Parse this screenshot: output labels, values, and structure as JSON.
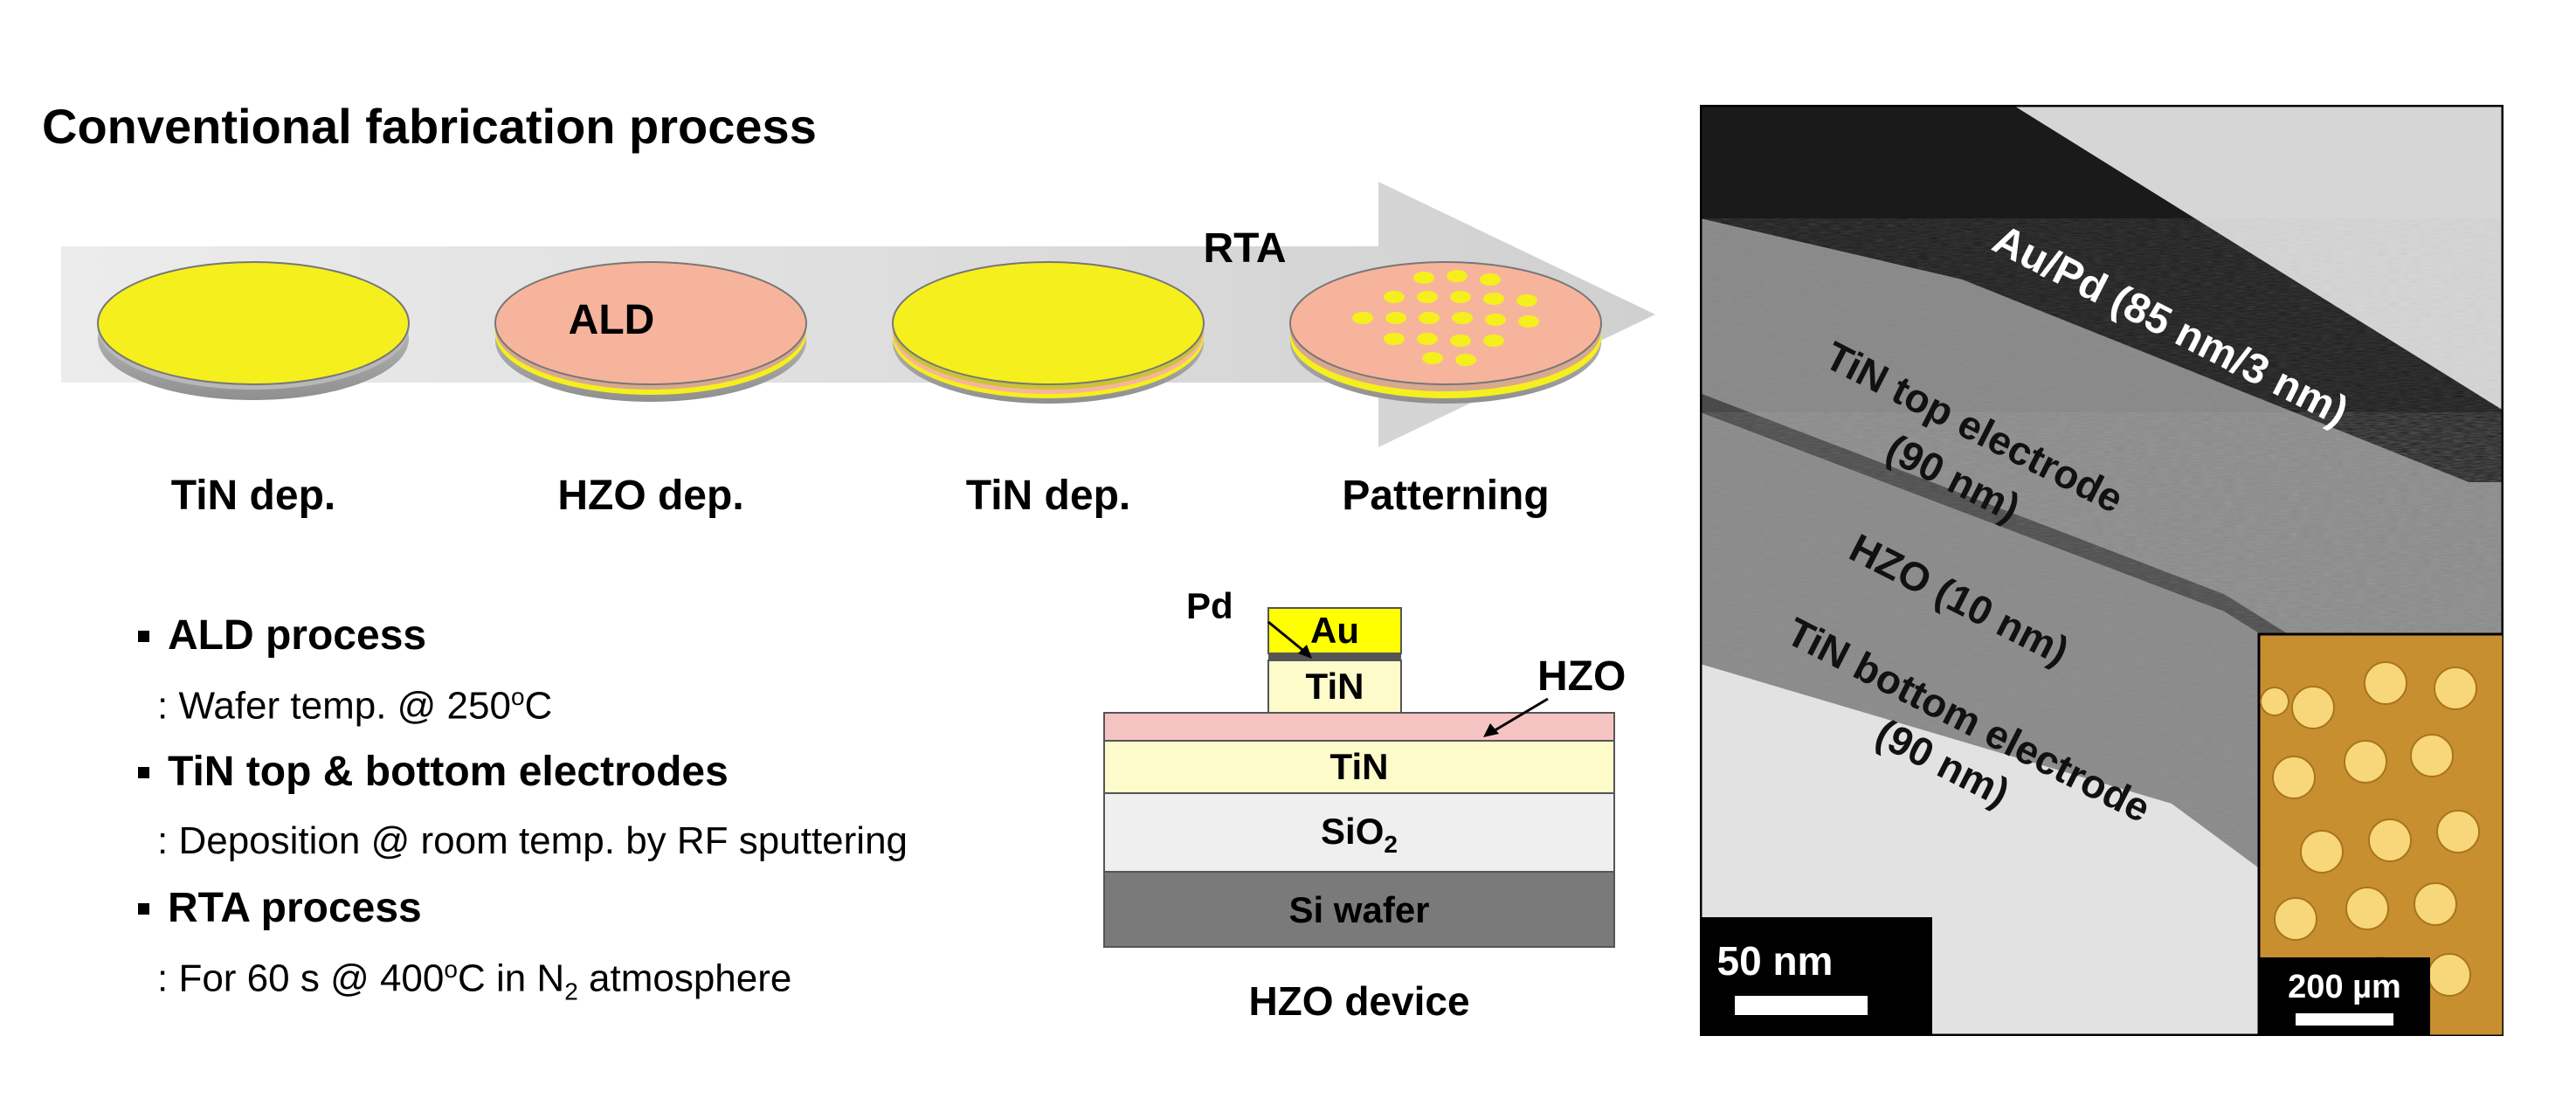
{
  "title": "Conventional fabrication process",
  "arrow_label": "RTA",
  "wafer_overlay_label": "ALD",
  "steps": [
    "TiN dep.",
    "HZO dep.",
    "TiN dep.",
    "Patterning"
  ],
  "bullets": [
    {
      "heading": "ALD process",
      "detail": ": Wafer temp. @ 250",
      "detail_sup": "o",
      "detail_tail": "C"
    },
    {
      "heading": "TiN top & bottom electrodes",
      "detail": ": Deposition @ room temp. by RF sputtering"
    },
    {
      "heading": "RTA process",
      "detail": ": For 60 s @ 400",
      "detail_sup": "o",
      "detail_mid": "C in N",
      "detail_sub": "2",
      "detail_tail": " atmosphere"
    }
  ],
  "device": {
    "caption": "HZO device",
    "pd_label": "Pd",
    "au_label": "Au",
    "top_tin_label": "TiN",
    "hzo_label": "HZO",
    "bottom_tin_label": "TiN",
    "sio2_label": "SiO",
    "sio2_sub": "2",
    "si_label": "Si wafer"
  },
  "tem": {
    "layers": [
      "Au/Pd (85 nm/3 nm)",
      "TiN top electrode",
      "(90 nm)",
      "HZO (10 nm)",
      "TiN bottom electrode",
      "(90 nm)"
    ],
    "scale_bar": "50 nm",
    "inset_scale_bar": "200 µm"
  },
  "colors": {
    "tin_yellow": "#f5ef1e",
    "hzo_pink": "#f7b49c",
    "arrow_gray": "#d7d7d7",
    "au_yellow": "#ffff00",
    "tin_pale": "#fefbcb",
    "hzo_pale": "#f6c3c3",
    "sio2": "#efefef",
    "si": "#7a7a7a",
    "inset_bg": "#c78f2f",
    "inset_dot": "#f7d779"
  }
}
